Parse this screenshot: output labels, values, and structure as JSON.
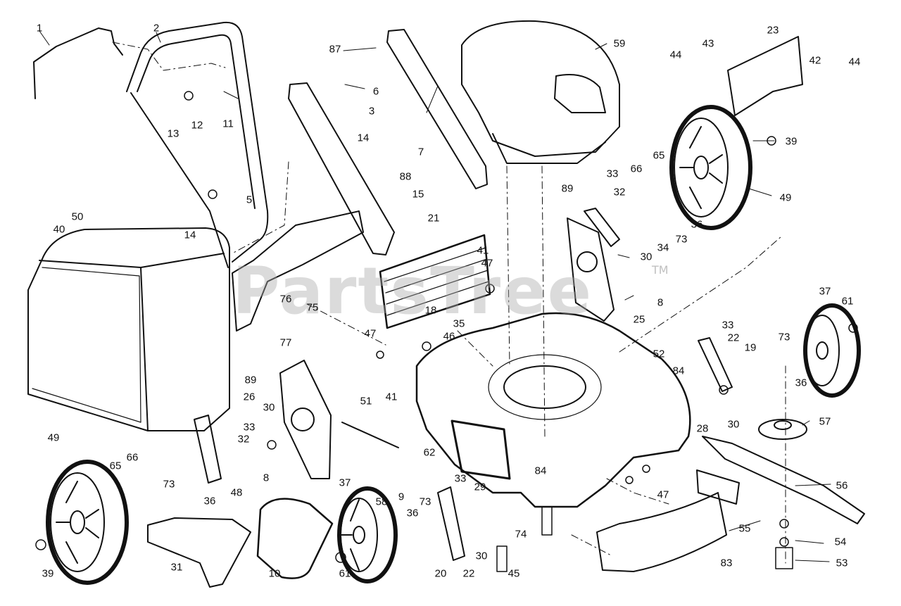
{
  "watermark": {
    "text": "PartsTree",
    "trademark": "TM"
  },
  "callouts": [
    "1",
    "2",
    "3",
    "5",
    "6",
    "7",
    "8",
    "9",
    "10",
    "11",
    "12",
    "13",
    "14",
    "15",
    "18",
    "19",
    "20",
    "21",
    "22",
    "23",
    "25",
    "26",
    "28",
    "29",
    "30",
    "31",
    "32",
    "33",
    "34",
    "35",
    "36",
    "37",
    "39",
    "40",
    "41",
    "42",
    "43",
    "44",
    "45",
    "46",
    "47",
    "48",
    "49",
    "50",
    "51",
    "52",
    "53",
    "54",
    "55",
    "56",
    "57",
    "58",
    "59",
    "61",
    "62",
    "65",
    "66",
    "73",
    "74",
    "75",
    "76",
    "77",
    "83",
    "84",
    "87",
    "88",
    "89"
  ],
  "colors": {
    "line": "#111111",
    "background": "#ffffff",
    "watermark": "#aaaaaa"
  }
}
